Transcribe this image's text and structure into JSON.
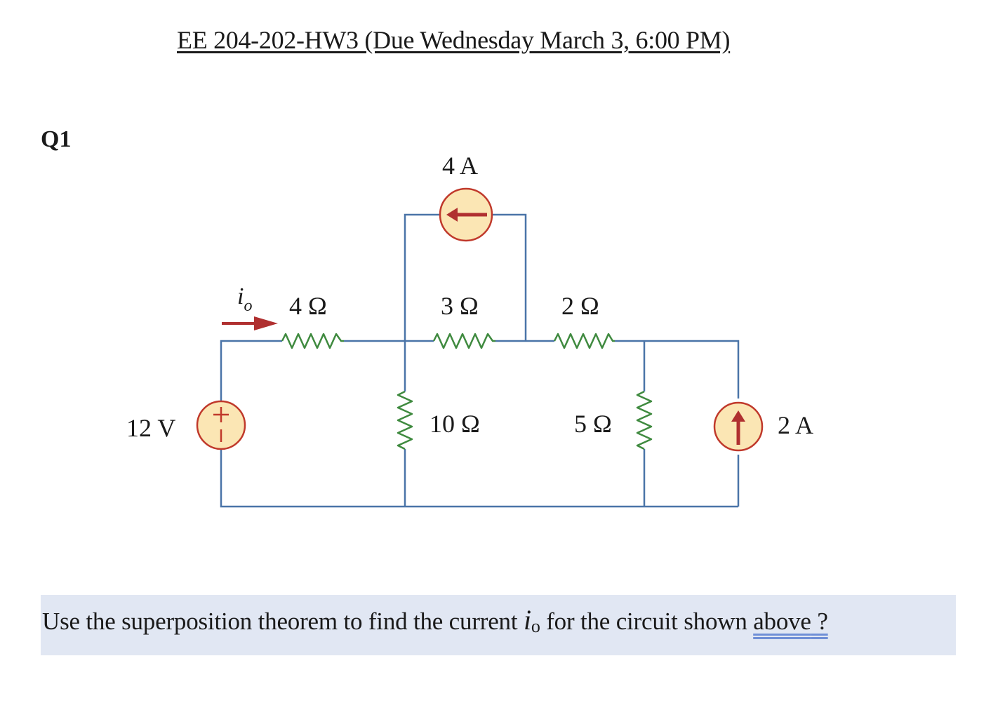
{
  "header": {
    "title": "EE 204-202-HW3 (Due Wednesday March 3, 6:00 PM)"
  },
  "question": {
    "number": "Q1",
    "text_before": "Use the superposition theorem to find the current ",
    "variable": "i",
    "variable_sub": "o",
    "text_after": " for the circuit shown ",
    "linked_word": "above",
    "trailing": " ?"
  },
  "circuit": {
    "labels": {
      "current_source_top": "4 A",
      "current_label": "i",
      "current_label_sub": "o",
      "r1": "4 Ω",
      "r2": "3 Ω",
      "r3": "2 Ω",
      "voltage_source": "12 V",
      "r4": "10 Ω",
      "r5": "5 Ω",
      "current_source_right": "2 A"
    },
    "colors": {
      "wire": "#4a74a8",
      "resistor": "#3f8a3f",
      "source_fill": "#fbe6b4",
      "source_stroke": "#c0392b",
      "arrow": "#b03030"
    }
  }
}
